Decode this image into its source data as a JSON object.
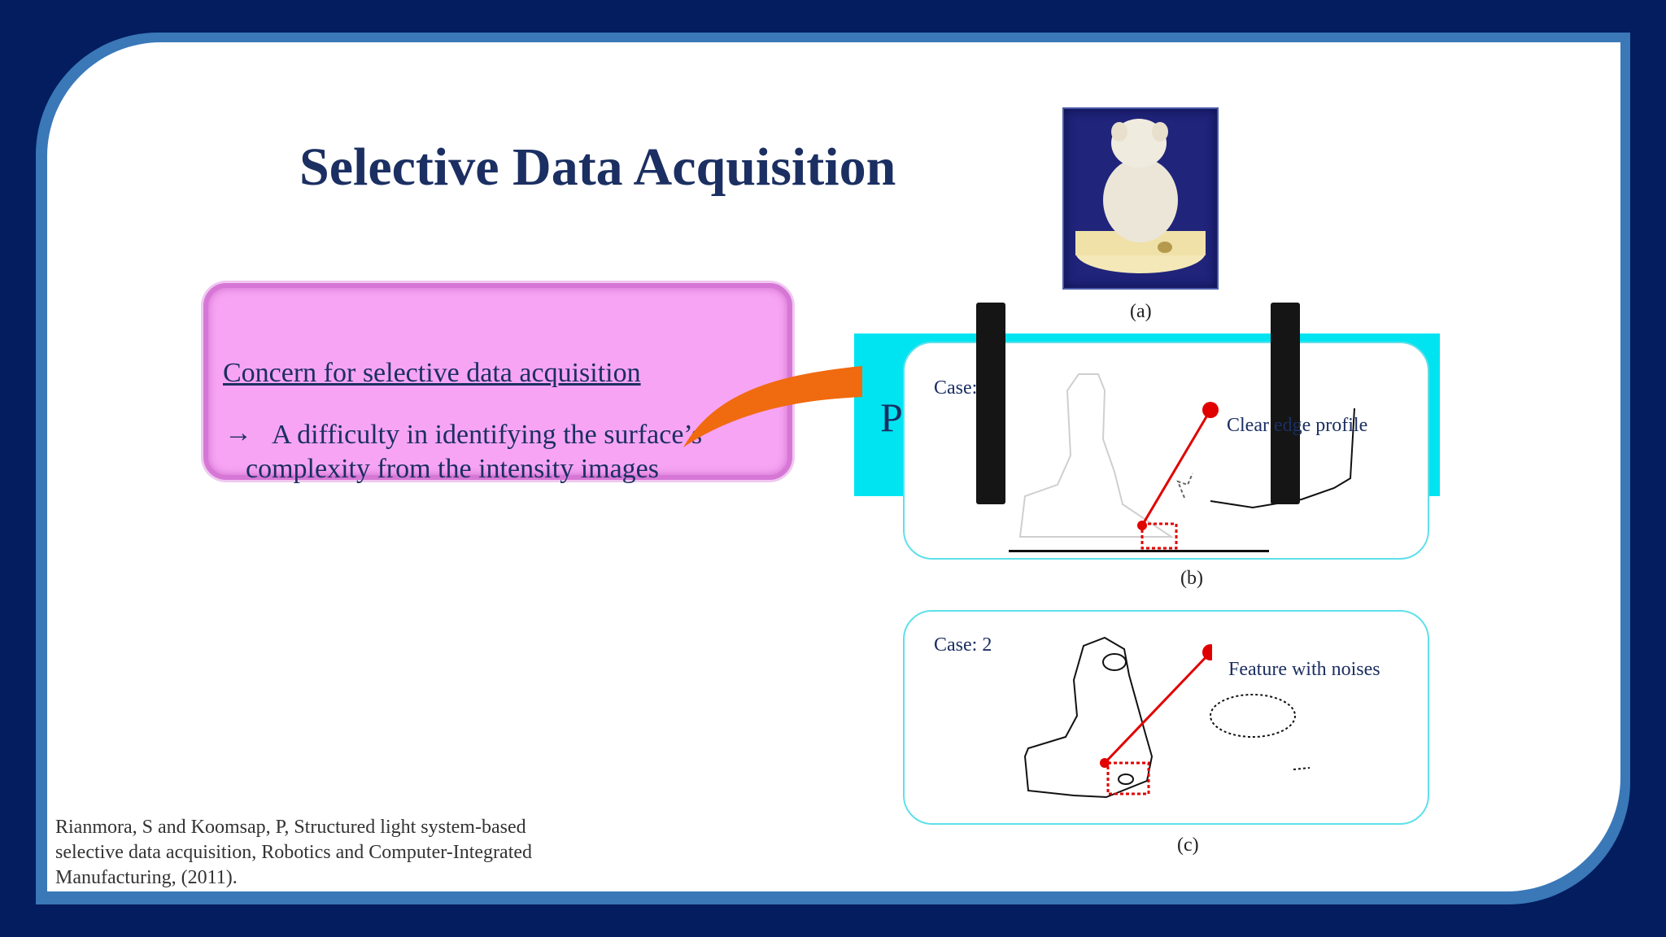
{
  "slide": {
    "title": "Selective Data Acquisition",
    "concern": {
      "heading": "Concern for selective data acquisition",
      "arrow": "→",
      "line1": "A difficulty in identifying the surface’s",
      "line2": "complexity from the intensity images"
    },
    "projection_text": "Projec",
    "figure": {
      "caption_a": "(a)",
      "caption_b": "(b)",
      "caption_c": "(c)",
      "case1_label": "Case: 1",
      "case1_annotation": "Clear edge profile",
      "case2_label": "Case: 2",
      "case2_annotation": "Feature with noises"
    },
    "citation": {
      "line1": "Rianmora, S and Koomsap, P, Structured light system-based",
      "line2": "selective data acquisition, Robotics and Computer-Integrated",
      "line3": "Manufacturing, (2011)."
    }
  },
  "colors": {
    "background": "#031d5e",
    "frame": "#3a78b8",
    "title": "#1b2f62",
    "concern_fill": "#f7a4f4",
    "projection_fill": "#00e4f2",
    "highlight_red": "#e10000",
    "arrow_orange": "#f06a10"
  }
}
